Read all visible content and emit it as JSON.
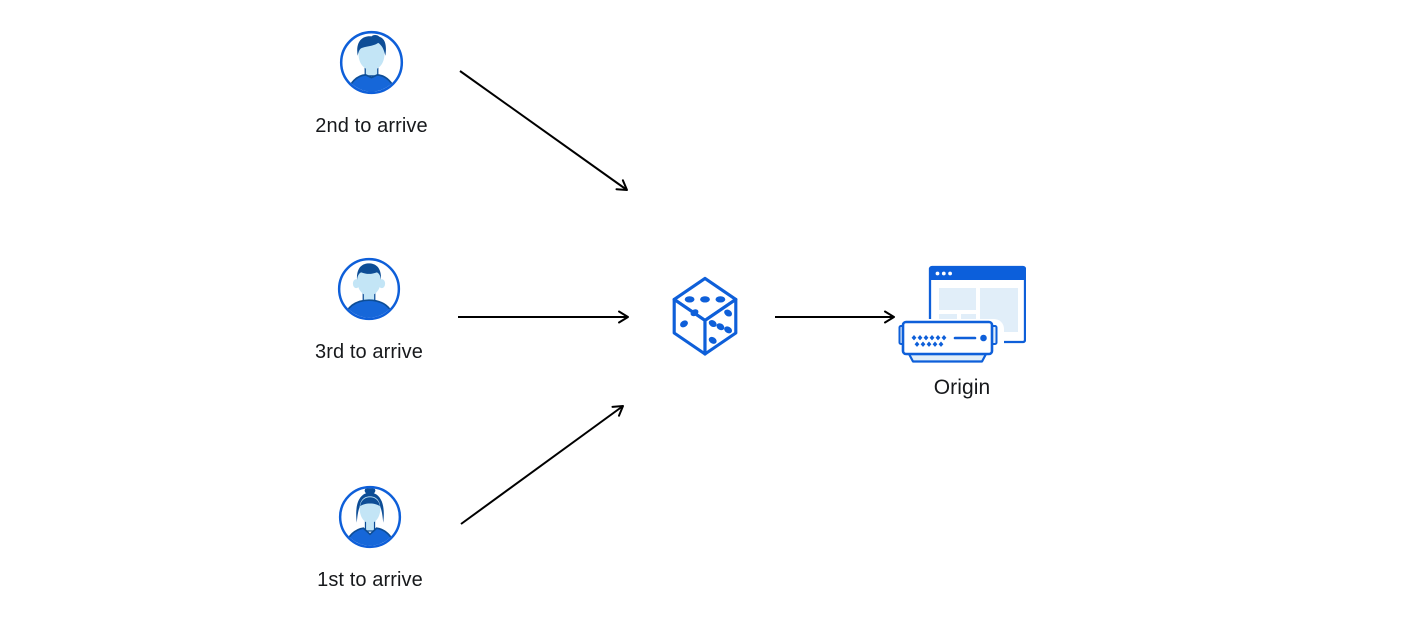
{
  "diagram": {
    "clients": [
      {
        "label": "2nd to arrive",
        "icon": "user-avatar-man-side-part-icon"
      },
      {
        "label": "3rd to arrive",
        "icon": "user-avatar-man-crew-cut-icon"
      },
      {
        "label": "1st to arrive",
        "icon": "user-avatar-woman-bun-icon"
      }
    ],
    "randomizer": {
      "icon": "dice-icon"
    },
    "origin": {
      "label": "Origin",
      "icon": "origin-server-browser-icon"
    },
    "colors": {
      "blue": "#0E5FD9",
      "navy": "#0D4D96",
      "shirt_blue": "#1667D9",
      "light_blue": "#C3E5F6",
      "pale_blue": "#E1EEF9",
      "titlebar_blue": "#0C5FDB",
      "arrow_black": "#000000",
      "text": "#17191C",
      "background": "#FFFFFF"
    }
  }
}
